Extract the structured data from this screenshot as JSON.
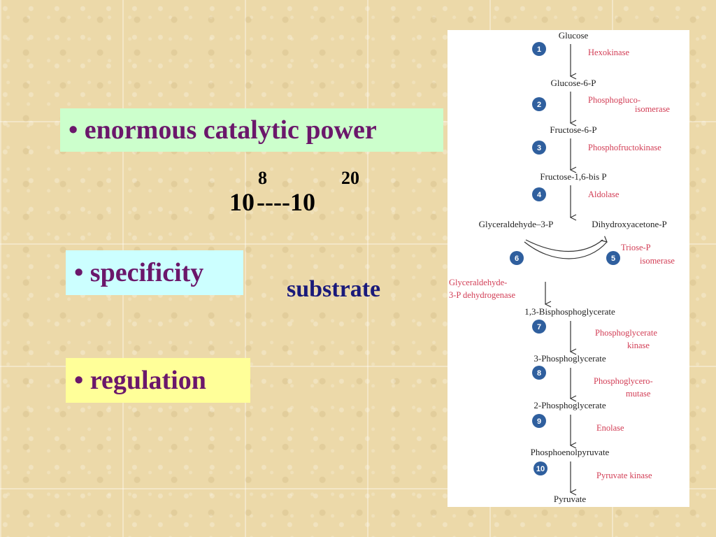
{
  "bullets": {
    "power": "• enormous catalytic power",
    "specificity": "•  specificity",
    "regulation": "•  regulation"
  },
  "power_range": {
    "base_left": "10",
    "exp_left": "8",
    "separator": " ----10",
    "exp_right": "20"
  },
  "substrate_label": "substrate",
  "pathway": {
    "compounds": {
      "glucose": "Glucose",
      "g6p": "Glucose-6-P",
      "f6p": "Fructose-6-P",
      "f16bp": "Fructose-1,6-bis P",
      "g3p": "Glyceraldehyde–3-P",
      "dhap": "Dihydroxyacetone-P",
      "bpg13": "1,3-Bisphosphoglycerate",
      "pg3": "3-Phosphoglycerate",
      "pg2": "2-Phosphoglycerate",
      "pep": "Phosphoenolpyruvate",
      "pyruvate": "Pyruvate"
    },
    "enzymes": {
      "e1": "Hexokinase",
      "e2a": "Phosphogluco-",
      "e2b": "isomerase",
      "e3": "Phosphofructokinase",
      "e4": "Aldolase",
      "e5a": "Triose-P",
      "e5b": "isomerase",
      "e6a": "Glyceraldehyde-",
      "e6b": "3-P dehydrogenase",
      "e7a": "Phosphoglycerate",
      "e7b": "kinase",
      "e8a": "Phosphoglycero-",
      "e8b": "mutase",
      "e9": "Enolase",
      "e10": "Pyruvate kinase"
    },
    "steps": {
      "s1": "1",
      "s2": "2",
      "s3": "3",
      "s4": "4",
      "s5": "5",
      "s6": "6",
      "s7": "7",
      "s8": "8",
      "s9": "9",
      "s10": "10"
    },
    "colors": {
      "enzyme": "#d23d55",
      "step_circle": "#2f5f9e",
      "compound": "#222222"
    }
  }
}
